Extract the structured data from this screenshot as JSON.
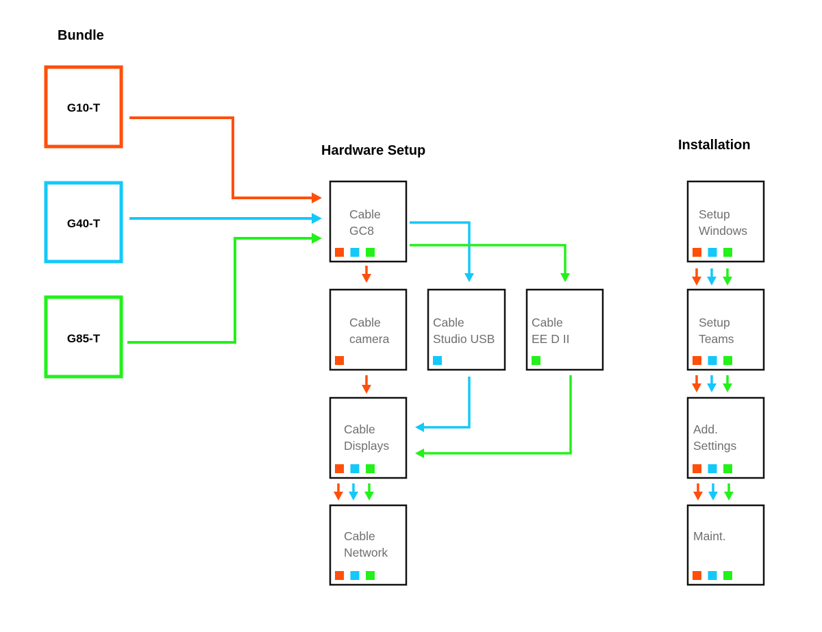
{
  "colors": {
    "g10": "#ff4f0a",
    "g40": "#14c8fa",
    "g85": "#22f11a",
    "box_stroke": "#111111",
    "step_text": "#6f6f6f"
  },
  "titles": {
    "bundle": "Bundle",
    "hardware": "Hardware Setup",
    "installation": "Installation"
  },
  "bundles": [
    {
      "id": "g10",
      "label": "G10-T",
      "color_key": "g10"
    },
    {
      "id": "g40",
      "label": "G40-T",
      "color_key": "g40"
    },
    {
      "id": "g85",
      "label": "G85-T",
      "color_key": "g85"
    }
  ],
  "hardware_steps": [
    {
      "id": "gc8",
      "lines": [
        "Cable",
        "GC8"
      ],
      "applies_to": [
        "g10",
        "g40",
        "g85"
      ]
    },
    {
      "id": "camera",
      "lines": [
        "Cable",
        "camera"
      ],
      "applies_to": [
        "g10"
      ]
    },
    {
      "id": "studio-usb",
      "lines": [
        "Cable",
        "Studio USB"
      ],
      "applies_to": [
        "g40"
      ]
    },
    {
      "id": "ee-d-ii",
      "lines": [
        "Cable",
        "EE D II"
      ],
      "applies_to": [
        "g85"
      ]
    },
    {
      "id": "displays",
      "lines": [
        "Cable",
        "Displays"
      ],
      "applies_to": [
        "g10",
        "g40",
        "g85"
      ]
    },
    {
      "id": "network",
      "lines": [
        "Cable",
        "Network"
      ],
      "applies_to": [
        "g10",
        "g40",
        "g85"
      ]
    }
  ],
  "installation_steps": [
    {
      "id": "setup-windows",
      "lines": [
        "Setup",
        "Windows"
      ],
      "applies_to": [
        "g10",
        "g40",
        "g85"
      ]
    },
    {
      "id": "setup-teams",
      "lines": [
        "Setup",
        "Teams"
      ],
      "applies_to": [
        "g10",
        "g40",
        "g85"
      ]
    },
    {
      "id": "add-settings",
      "lines": [
        "Add.",
        "Settings"
      ],
      "applies_to": [
        "g10",
        "g40",
        "g85"
      ]
    },
    {
      "id": "maint",
      "lines": [
        "Maint."
      ],
      "applies_to": [
        "g10",
        "g40",
        "g85"
      ]
    }
  ]
}
